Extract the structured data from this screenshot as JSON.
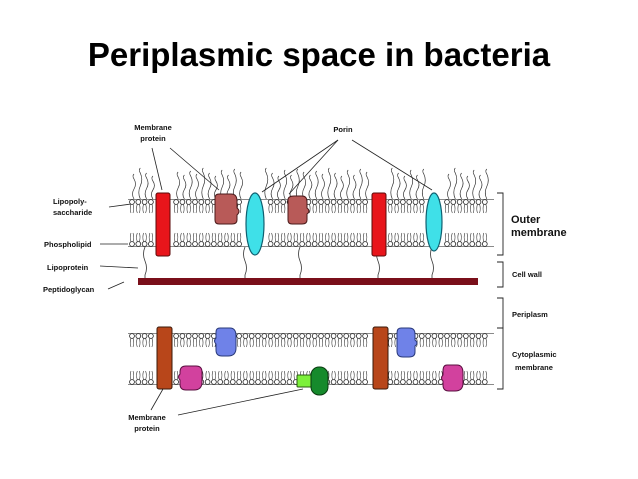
{
  "title": "Periplasmic space in bacteria",
  "labels": {
    "membrane_protein_top": [
      "Membrane",
      "protein"
    ],
    "porin": "Porin",
    "lipopolysaccharide": [
      "Lipopoly-",
      "saccharide"
    ],
    "phospholipid": "Phospholipid",
    "lipoprotein": "Lipoprotein",
    "peptidoglycan": "Peptidoglycan",
    "outer_membrane": [
      "Outer",
      "membrane"
    ],
    "cell_wall": "Cell wall",
    "periplasm": "Periplasm",
    "cytoplasmic_membrane": [
      "Cytoplasmic",
      "membrane"
    ],
    "membrane_protein_bottom": [
      "Membrane",
      "protein"
    ]
  },
  "colors": {
    "integral_protein": "#e8151b",
    "porin": "#3fe0e8",
    "peripheral_protein": "#b85a58",
    "peptidoglycan": "#7a0f1a",
    "transmembrane_protein": "#b8461a",
    "blue_protein": "#6f82e8",
    "magenta_protein": "#d2419e",
    "green_protein": "#168a2c",
    "lightgreen_protein": "#7cf03a"
  }
}
